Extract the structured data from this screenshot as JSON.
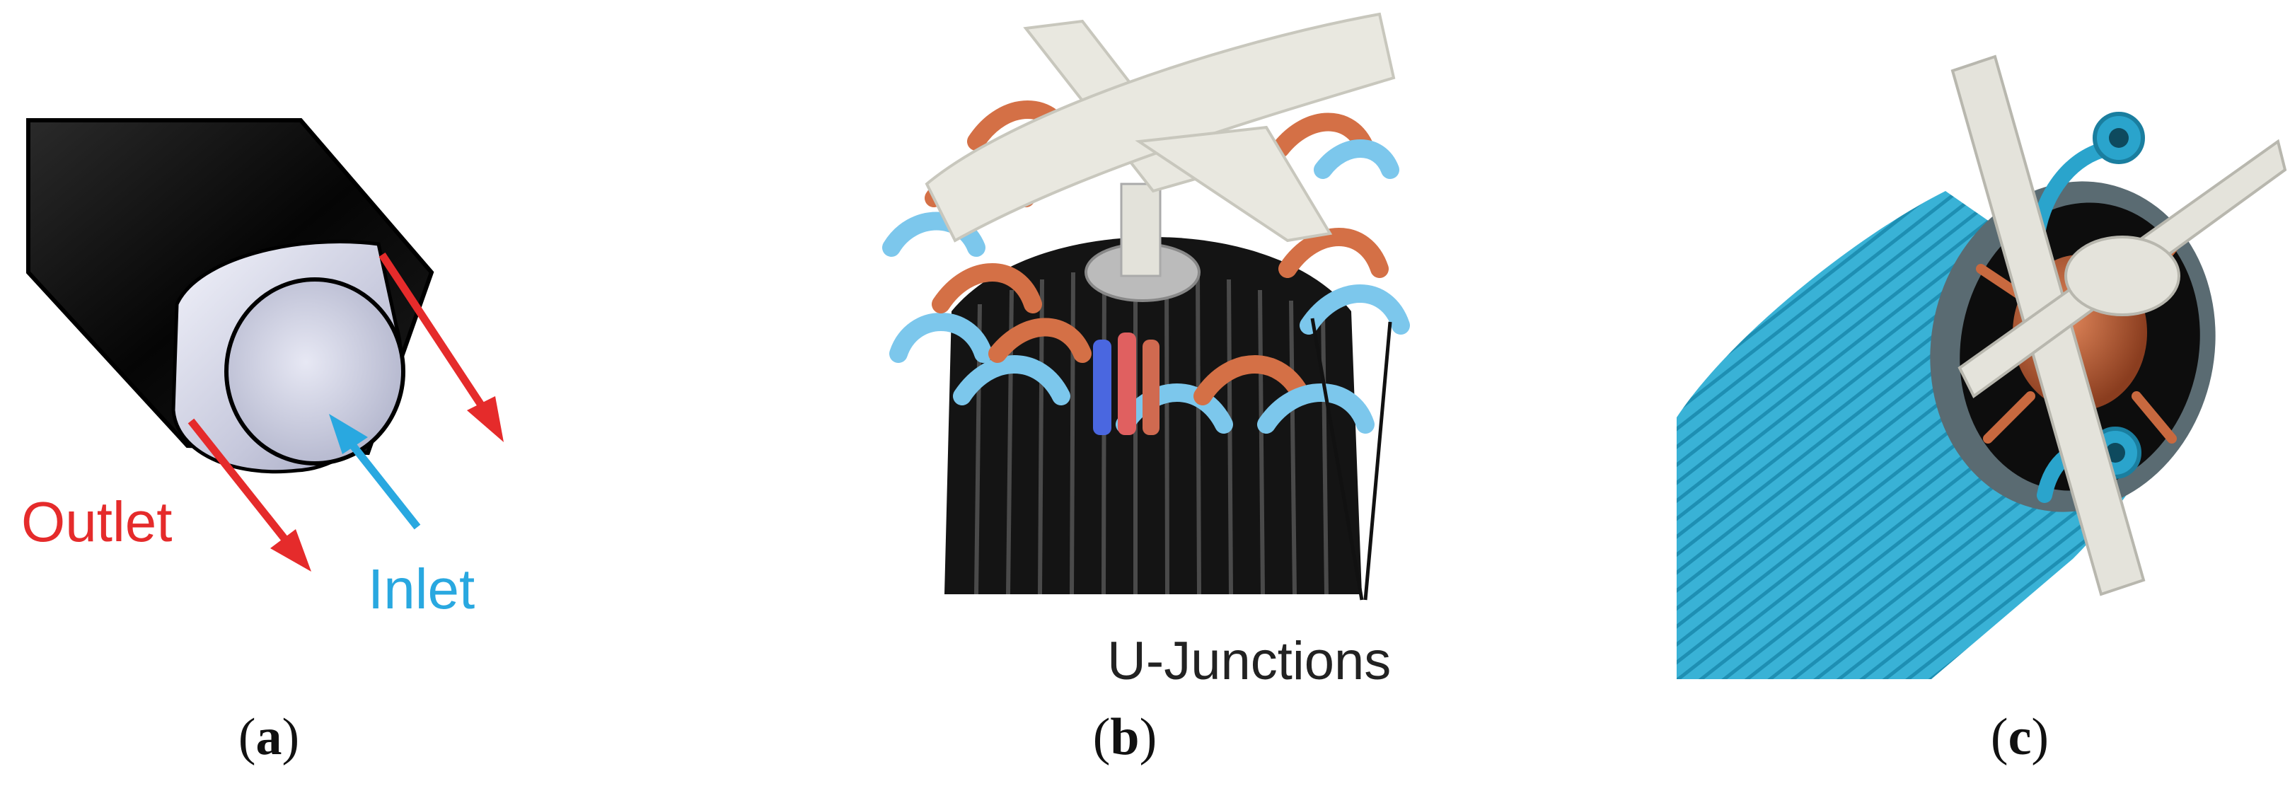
{
  "panel_a": {
    "outlet_label": "Outlet",
    "inlet_label": "Inlet",
    "caption_open": "(",
    "caption_letter": "a",
    "caption_close": ")"
  },
  "panel_b": {
    "junction_label": "U-Junctions",
    "caption_open": "(",
    "caption_letter": "b",
    "caption_close": ")"
  },
  "panel_c": {
    "caption_open": "(",
    "caption_letter": "c",
    "caption_close": ")"
  },
  "colors": {
    "outlet": "#e52b2b",
    "inlet": "#29a8e0",
    "cooling_blue": "#3ab4d8",
    "copper": "#c8693f",
    "pipe_black": "#0e0e0e",
    "impeller": "#e9e8e0"
  }
}
